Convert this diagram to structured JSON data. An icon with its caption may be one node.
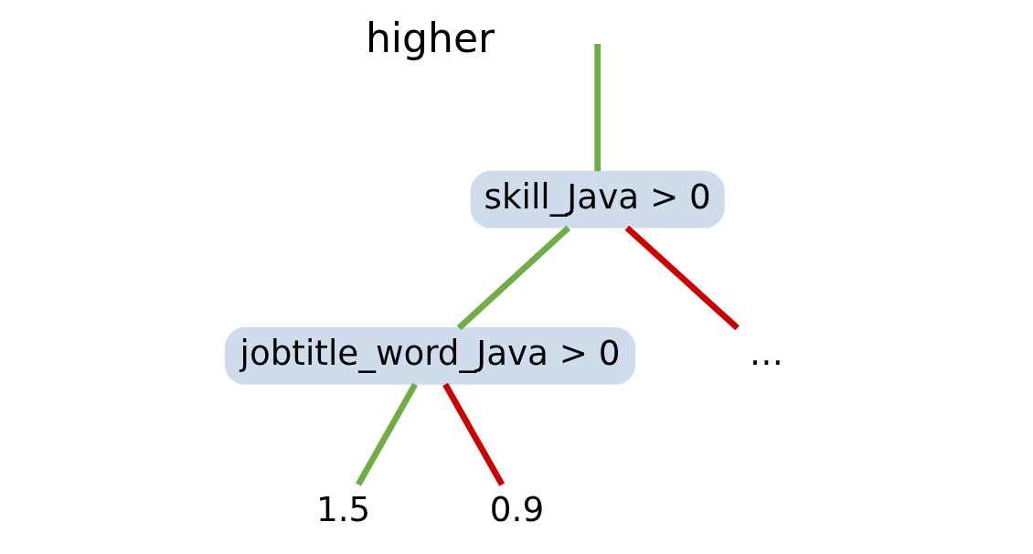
{
  "diagram": {
    "nodes": [
      {
        "text": [
          "skill_Java > 0"
        ]
      },
      {
        "text": [
          "jobtitle_word_Java > 0"
        ]
      },
      {
        "text": [
          "…"
        ]
      },
      {
        "text": [
          "1.5"
        ]
      },
      {
        "text": [
          "0.9"
        ]
      }
    ],
    "edges": [
      {
        "from": null,
        "to": 0,
        "arrow": "none"
      },
      {
        "from": 0,
        "to": 1,
        "arrow": "none"
      },
      {
        "from": 0,
        "to": 2,
        "arrow": "none",
        "color": "#cc0000"
      },
      {
        "from": 1,
        "to": 3,
        "arrow": "none"
      },
      {
        "from": 1,
        "to": 4,
        "arrow": "none",
        "color": "#cc0000"
      }
    ],
    "labels": [
      "higher"
    ]
  }
}
